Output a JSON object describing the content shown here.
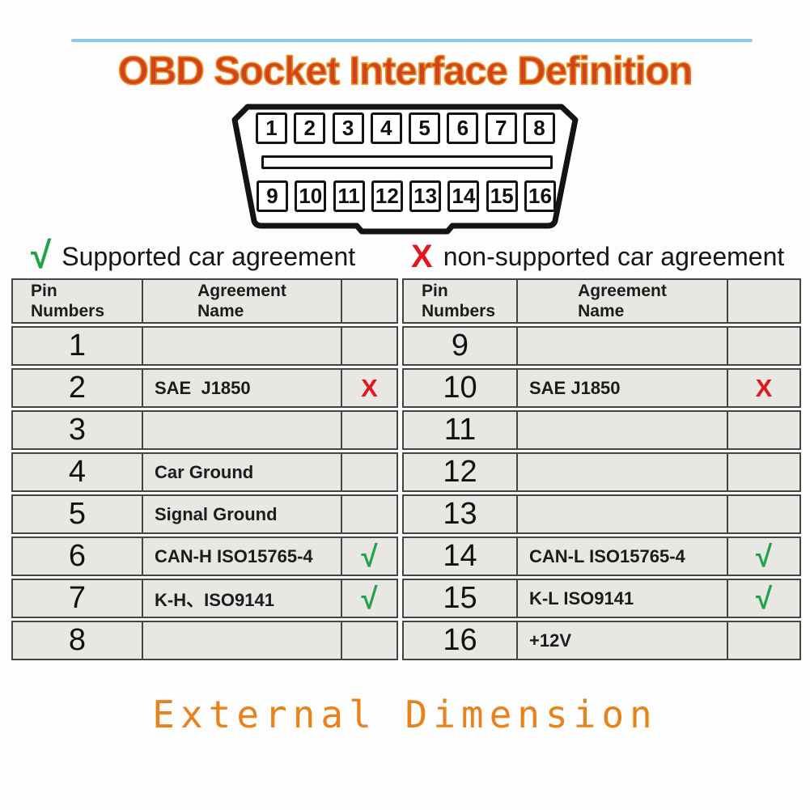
{
  "page": {
    "title": "OBD Socket Interface Definition",
    "bottom_heading": "External Dimension"
  },
  "connector": {
    "top_pins": [
      "1",
      "2",
      "3",
      "4",
      "5",
      "6",
      "7",
      "8"
    ],
    "bottom_pins": [
      "9",
      "10",
      "11",
      "12",
      "13",
      "14",
      "15",
      "16"
    ]
  },
  "legend": {
    "supported": {
      "mark": "√",
      "label": "Supported car agreement"
    },
    "non_supported": {
      "mark": "X",
      "label": "non-supported car agreement"
    }
  },
  "left_table": {
    "header": {
      "col1_line1": "Pin",
      "col1_line2": "Numbers",
      "col2_line1": "Agreement",
      "col2_line2": "Name"
    },
    "rows": [
      {
        "pin": "1",
        "name": "",
        "mark": ""
      },
      {
        "pin": "2",
        "name": "SAE  J1850",
        "mark": "X"
      },
      {
        "pin": "3",
        "name": "",
        "mark": ""
      },
      {
        "pin": "4",
        "name": "Car Ground",
        "mark": ""
      },
      {
        "pin": "5",
        "name": "Signal Ground",
        "mark": ""
      },
      {
        "pin": "6",
        "name": "CAN-H ISO15765-4",
        "mark": "√"
      },
      {
        "pin": "7",
        "name": "K-H、ISO9141",
        "mark": "√"
      },
      {
        "pin": "8",
        "name": "",
        "mark": ""
      }
    ]
  },
  "right_table": {
    "header": {
      "col1_line1": "Pin",
      "col1_line2": "Numbers",
      "col2_line1": "Agreement",
      "col2_line2": "Name"
    },
    "rows": [
      {
        "pin": "9",
        "name": "",
        "mark": ""
      },
      {
        "pin": "10",
        "name": "SAE J1850",
        "mark": "X"
      },
      {
        "pin": "11",
        "name": "",
        "mark": ""
      },
      {
        "pin": "12",
        "name": "",
        "mark": ""
      },
      {
        "pin": "13",
        "name": "",
        "mark": ""
      },
      {
        "pin": "14",
        "name": "CAN-L ISO15765-4",
        "mark": "√"
      },
      {
        "pin": "15",
        "name": "K-L ISO9141",
        "mark": "√"
      },
      {
        "pin": "16",
        "name": "+12V",
        "mark": ""
      }
    ]
  },
  "colors": {
    "title_fill": "#cf431d",
    "title_stroke": "#ea8a1e",
    "heading_orange": "#e8821a",
    "check_green": "#21a24b",
    "cross_red": "#e1181d",
    "divider_blue": "#8fc8e9",
    "table_cell_bg": "#e9e7e4",
    "table_border": "#454543"
  }
}
